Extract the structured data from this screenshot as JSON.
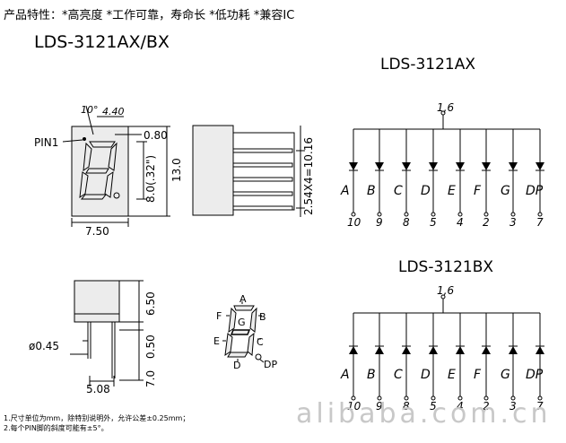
{
  "header": {
    "features": "产品特性：*高亮度 *工作可靠，寿命长 *低功耗 *兼容IC",
    "part_title": "LDS-3121AX/BX"
  },
  "front_view": {
    "pin_label": "PIN1",
    "dim_slant": "10°",
    "dim_top": "4.40",
    "dim_seg": "0.80",
    "dim_digit": "8.0(.32\")",
    "dim_height": "13.0",
    "dim_width": "7.50"
  },
  "side_view": {
    "dim_pitch": "2.54X4=10.16"
  },
  "bottom_view": {
    "dim_pin_dia": "ø0.45",
    "dim_body": "6.50",
    "dim_lead_a": "0.50",
    "dim_lead_b": "7.0",
    "dim_pin_span": "5.08"
  },
  "segment_map": {
    "labels": [
      "A",
      "B",
      "C",
      "D",
      "E",
      "F",
      "G",
      "DP"
    ]
  },
  "circuit_ax": {
    "title": "LDS-3121AX",
    "common_pins": "1,6",
    "segments": [
      "A",
      "B",
      "C",
      "D",
      "E",
      "F",
      "G",
      "DP"
    ],
    "pins": [
      "10",
      "9",
      "8",
      "5",
      "4",
      "2",
      "3",
      "7"
    ]
  },
  "circuit_bx": {
    "title": "LDS-3121BX",
    "common_pins": "1,6",
    "segments": [
      "A",
      "B",
      "C",
      "D",
      "E",
      "F",
      "G",
      "DP"
    ],
    "pins": [
      "10",
      "9",
      "8",
      "5",
      "4",
      "2",
      "3",
      "7"
    ]
  },
  "notes": [
    "1.尺寸单位为mm，除特别说明外，允许公差±0.25mm；",
    "2.每个PIN脚的斜度可能有±5°。"
  ],
  "watermark": "alibaba.com.cn"
}
